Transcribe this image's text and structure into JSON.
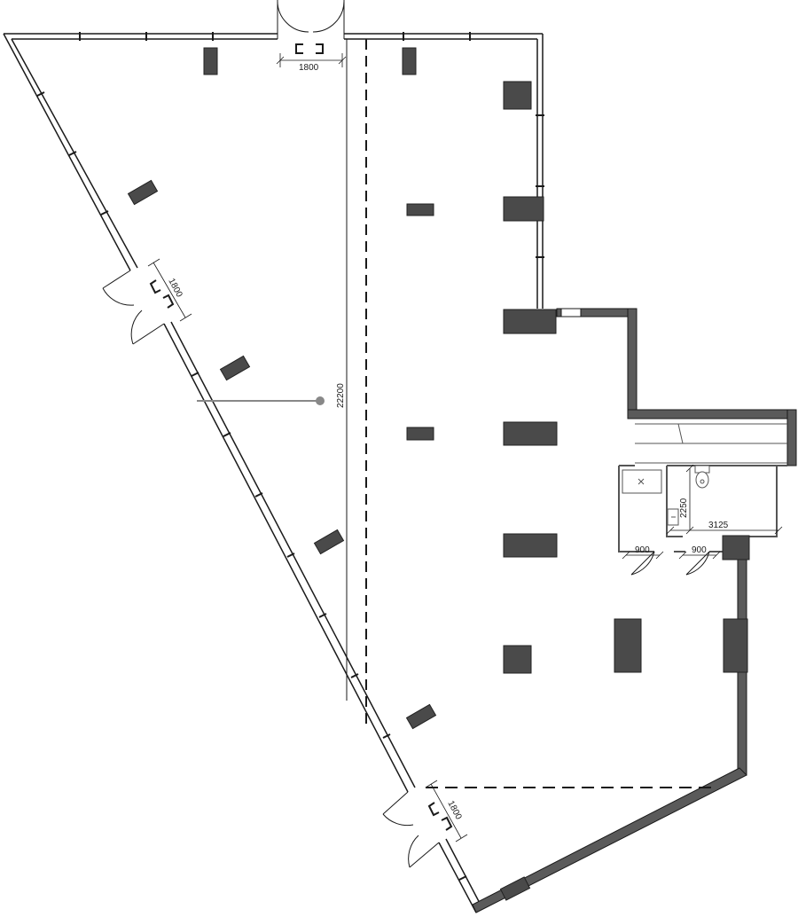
{
  "colors": {
    "wall_fill": "#5a5a5a",
    "column_fill": "#4a4a4a",
    "column_stroke": "#222222",
    "line": "#1a1a1a",
    "glazing": "#3a3a3a",
    "dim_line": "#888888",
    "background": "#ffffff"
  },
  "dimensions": {
    "entrance_top_width": "1800",
    "entrance_left_width": "1800",
    "entrance_bottom_width": "1800",
    "room_depth": "22200",
    "wc_height": "2250",
    "wc_width": "3125",
    "door_left_width": "900",
    "door_right_width": "900"
  },
  "icons": {
    "entrance_marker": "entrance-bracket-icon",
    "toilet": "toilet-icon",
    "sink": "sink-icon",
    "utility_sink": "utility-sink-icon"
  }
}
